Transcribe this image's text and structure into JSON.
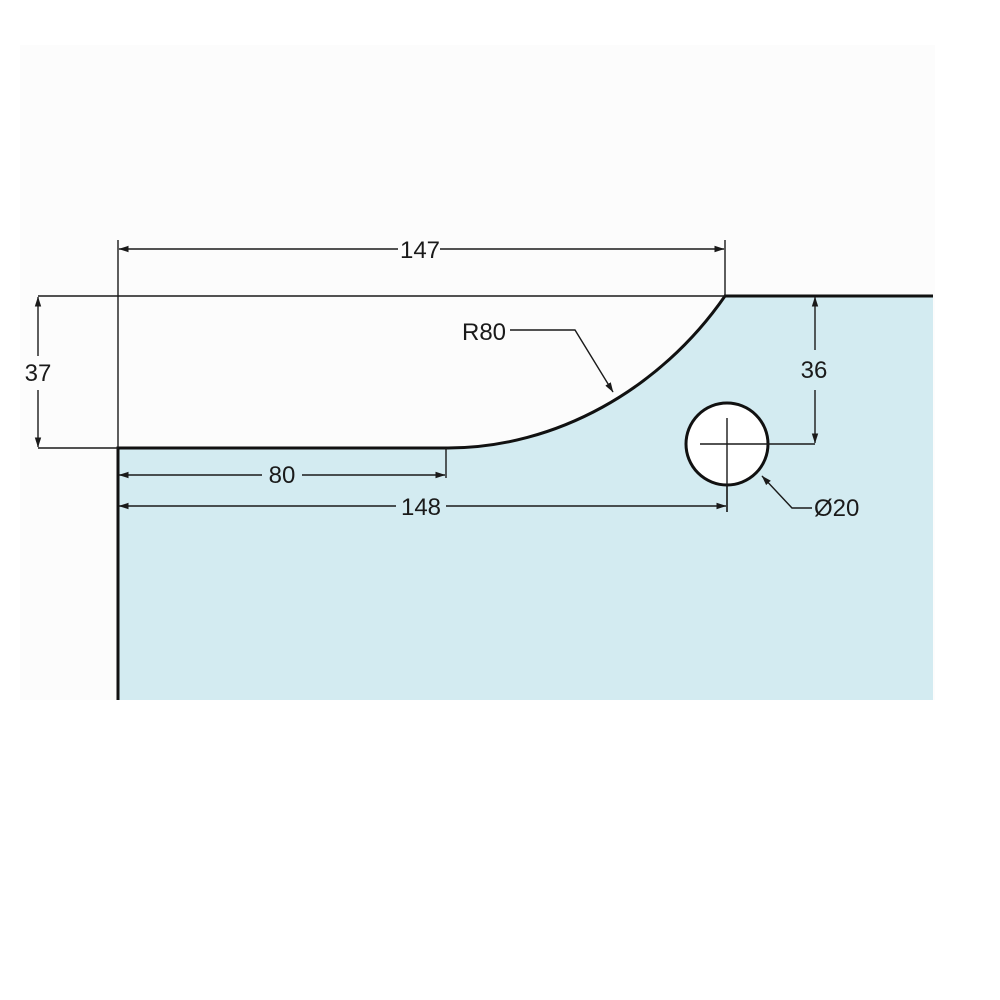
{
  "colors": {
    "glass_fill": "#d3ebf1",
    "line": "#111111",
    "hole_fill": "#ffffff"
  },
  "dimensions": {
    "top_length": "147",
    "left_height": "37",
    "radius": "R80",
    "right_height": "36",
    "lower_short": "80",
    "lower_long": "148",
    "hole_diameter": "Ø20"
  }
}
